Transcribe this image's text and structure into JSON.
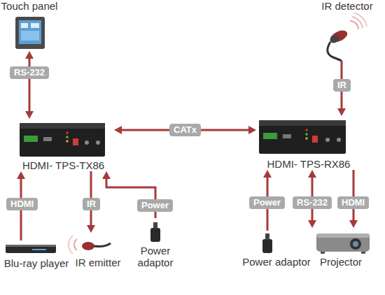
{
  "diagram": {
    "nodes": [
      {
        "text": [
          "Touch panel"
        ]
      },
      {
        "text": [
          "IR detector"
        ]
      },
      {
        "text": [
          "HDMI- TPS-TX86"
        ]
      },
      {
        "text": [
          "HDMI- TPS-RX86"
        ]
      },
      {
        "text": [
          "Blu-ray player"
        ]
      },
      {
        "text": [
          "IR emitter"
        ]
      },
      {
        "text": [
          "Power adaptor"
        ]
      },
      {
        "text": [
          "Power adaptor"
        ]
      },
      {
        "text": [
          "Projector"
        ]
      }
    ],
    "edges": [
      {
        "from": 0,
        "to": 2,
        "label": "RS-232",
        "arrow": "both"
      },
      {
        "from": 1,
        "to": 3,
        "label": "IR",
        "arrow": "to"
      },
      {
        "from": 2,
        "to": 3,
        "label": "CATx",
        "arrow": "both"
      },
      {
        "from": 4,
        "to": 2,
        "label": "HDMI",
        "arrow": "to"
      },
      {
        "from": 2,
        "to": 5,
        "label": "IR",
        "arrow": "to"
      },
      {
        "from": 6,
        "to": 2,
        "label": "Power",
        "arrow": "to"
      },
      {
        "from": 7,
        "to": 3,
        "label": "Power",
        "arrow": "to"
      },
      {
        "from": 3,
        "to": 8,
        "label": "RS-232",
        "arrow": "both"
      },
      {
        "from": 3,
        "to": 8,
        "label": "HDMI",
        "arrow": "to"
      }
    ]
  }
}
